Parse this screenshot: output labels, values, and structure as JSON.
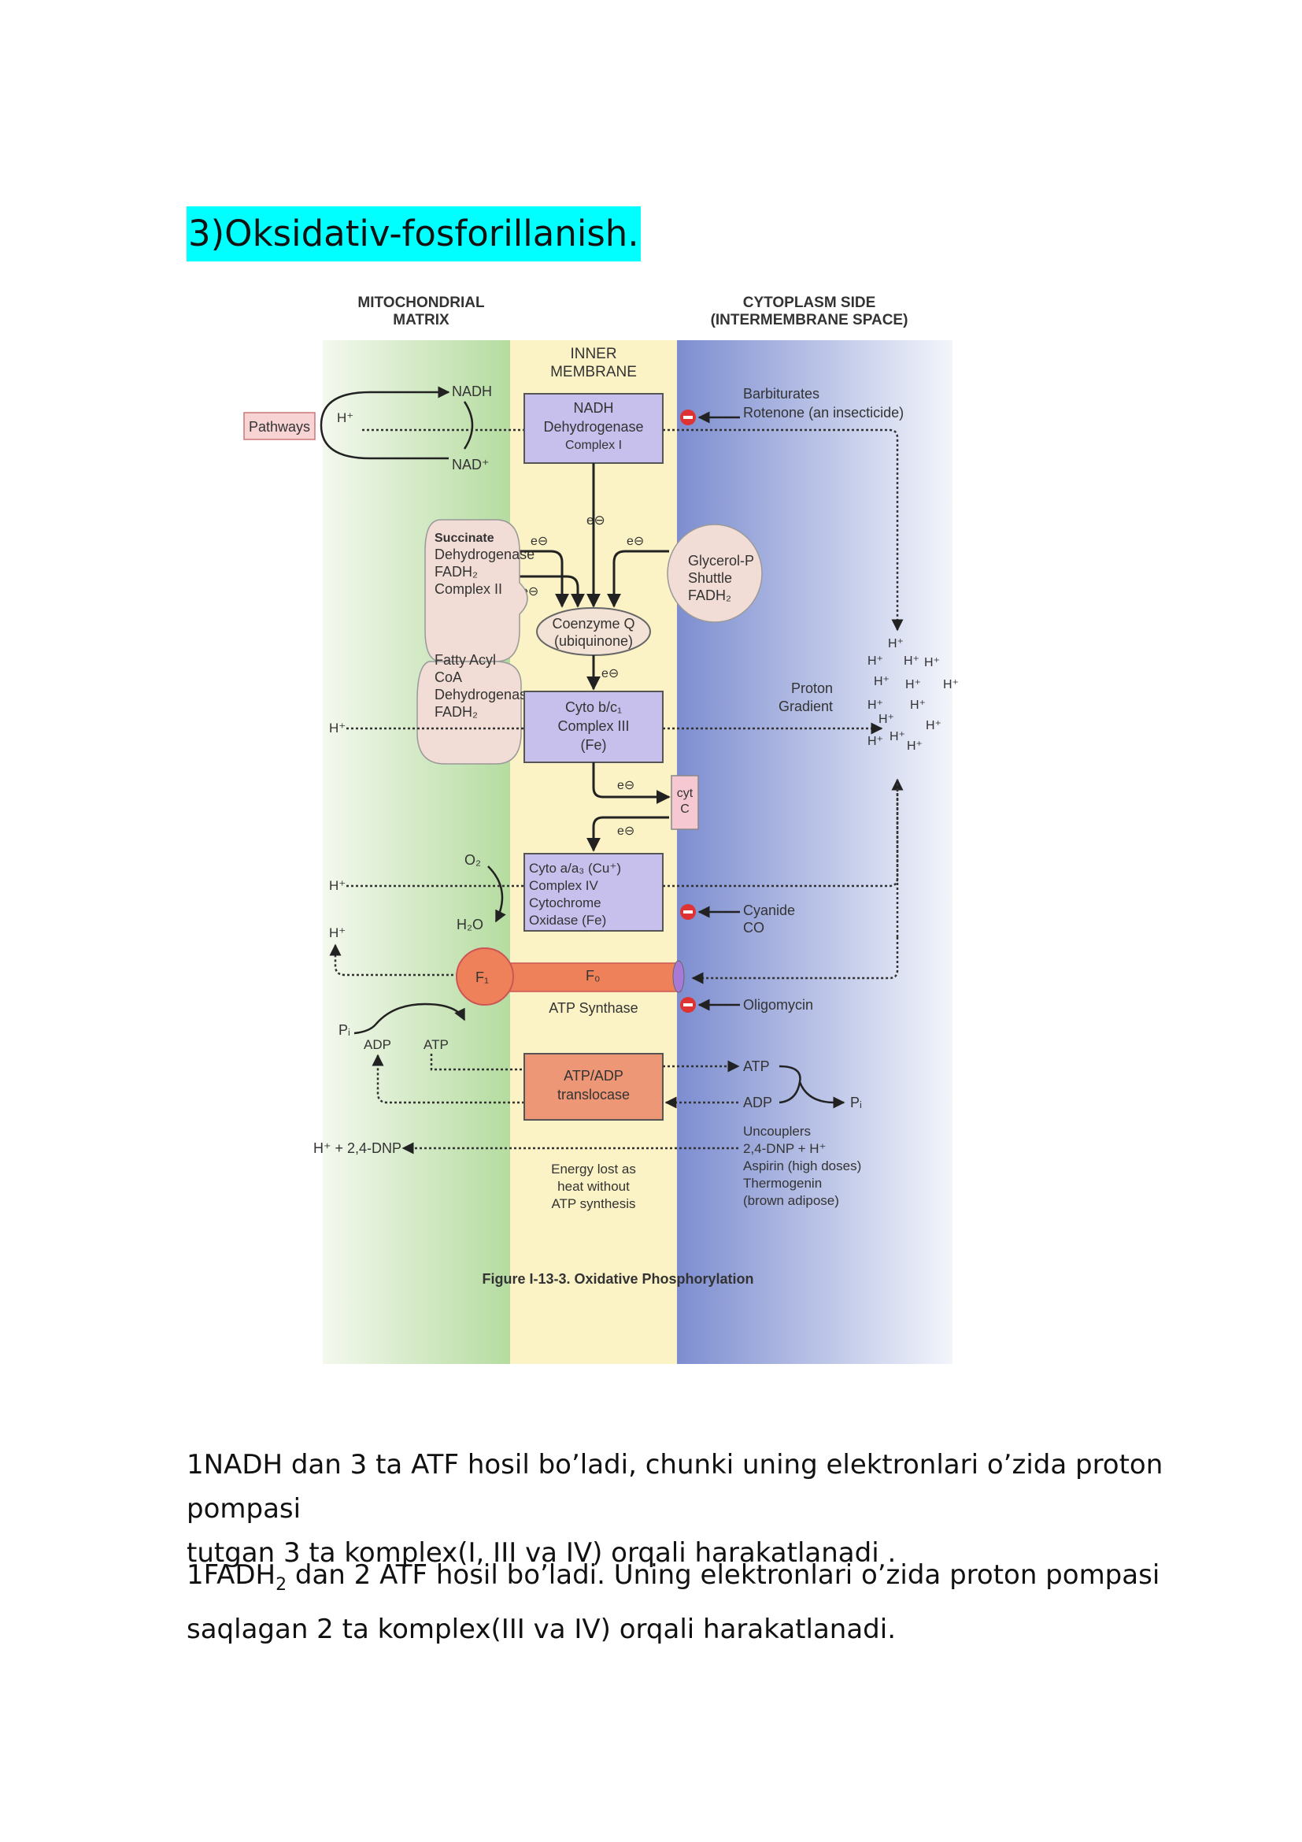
{
  "heading": "3)Oksidativ-fosforillanish.",
  "figure": {
    "matrix_label_1": "MITOCHONDRIAL",
    "matrix_label_2": "MATRIX",
    "cyto_label_1": "CYTOPLASM SIDE",
    "cyto_label_2": "(INTERMEMBRANE SPACE)",
    "membrane_label_1": "INNER",
    "membrane_label_2": "MEMBRANE",
    "pathways": "Pathways",
    "nadh": "NADH",
    "nad": "NAD⁺",
    "h_plus": "H⁺",
    "complex1_l1": "NADH",
    "complex1_l2": "Dehydrogenase",
    "complex1_l3": "Complex I",
    "barbiturates": "Barbiturates",
    "rotenone": "Rotenone (an insecticide)",
    "succinate_l1": "Succinate",
    "succinate_l2": "Dehydrogenase",
    "succinate_l3": "FADH₂",
    "succinate_l4": "Complex II",
    "fatty_l1": "Fatty Acyl",
    "fatty_l2": "CoA",
    "fatty_l3": "Dehydrogenase",
    "fatty_l4": "FADH₂",
    "glycerol_l1": "Glycerol-P",
    "glycerol_l2": "Shuttle",
    "glycerol_l3": "FADH₂",
    "electron": "e⊖",
    "coq_l1": "Coenzyme Q",
    "coq_l2": "(ubiquinone)",
    "complex3_l1": "Cyto b/c₁",
    "complex3_l2": "Complex III",
    "complex3_l3": "(Fe)",
    "proton_gradient_l1": "Proton",
    "proton_gradient_l2": "Gradient",
    "cytc_l1": "cyt",
    "cytc_l2": "C",
    "o2": "O₂",
    "h2o": "H₂O",
    "complex4_l1": "Cyto a/a₃ (Cu⁺)",
    "complex4_l2": "Complex IV",
    "complex4_l3": "Cytochrome",
    "complex4_l4": "Oxidase (Fe)",
    "cyanide": "Cyanide",
    "co": "CO",
    "f1": "F₁",
    "f0": "F₀",
    "atp_synthase": "ATP Synthase",
    "oligomycin": "Oligomycin",
    "pi": "Pᵢ",
    "adp": "ADP",
    "atp": "ATP",
    "translocase_l1": "ATP/ADP",
    "translocase_l2": "translocase",
    "h_dnp": "H⁺ + 2,4-DNP",
    "uncouplers_l1": "Uncouplers",
    "uncouplers_l2": "2,4-DNP + H⁺",
    "uncouplers_l3": "Aspirin (high doses)",
    "uncouplers_l4": "Thermogenin",
    "uncouplers_l5": "(brown adipose)",
    "energy_l1": "Energy lost as",
    "energy_l2": "heat without",
    "energy_l3": "ATP synthesis",
    "caption": "Figure I-13-3. Oxidative Phosphorylation"
  },
  "paragraph1": {
    "line1": "1NADH dan 3 ta ATF hosil bo’ladi, chunki uning elektronlari o’zida proton pompasi",
    "line2": "tutgan 3 ta komplex(I, III va IV) orqali harakatlanadi ."
  },
  "paragraph2": {
    "prefix": "1FADH",
    "sub": "2",
    "rest": " dan 2 ATF hosil bo’ladi. Uning elektronlari o’zida proton pompasi",
    "line2": "saqlagan 2 ta komplex(III va IV) orqali harakatlanadi."
  }
}
